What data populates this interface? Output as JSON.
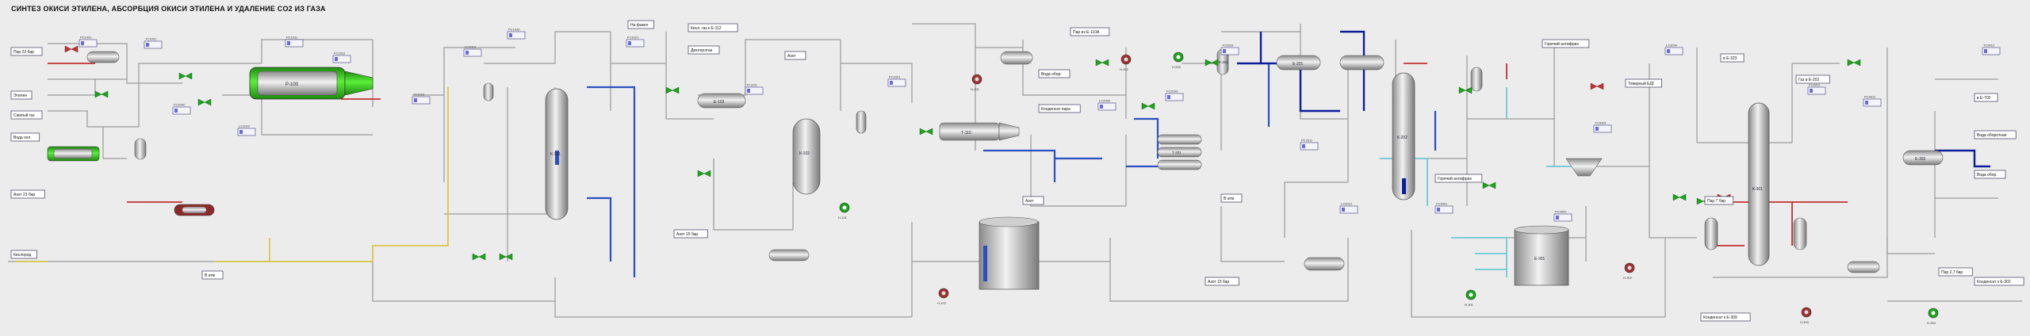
{
  "title": "СИНТЕЗ ОКИСИ ЭТИЛЕНА, АБСОРБЦИЯ ОКИСИ ЭТИЛЕНА И УДАЛЕНИЕ CO2 ИЗ ГАЗА",
  "colors": {
    "background": "#ececec",
    "pipe_gray": "#9a9a9a",
    "pipe_blue": "#2b4fbf",
    "pipe_navy": "#0a1d9a",
    "pipe_yellow": "#d8c233",
    "pipe_red": "#c23030",
    "pipe_cyan": "#6fc8d8",
    "vessel_fill": "#b8b8b8",
    "reactor_green": "#39d01a",
    "valve_green": "#1aa61a",
    "pump_red": "#a03030"
  },
  "equipment": [
    {
      "id": "eq_r100",
      "label": "Р-100",
      "kind": "reactor-green"
    },
    {
      "id": "eq_k101",
      "label": "К-101",
      "kind": "column"
    },
    {
      "id": "eq_k102",
      "label": "К-102",
      "kind": "column"
    },
    {
      "id": "eq_e103",
      "label": "Е-103",
      "kind": "vessel"
    },
    {
      "id": "eq_t110",
      "label": "Т-110",
      "kind": "exchanger"
    },
    {
      "id": "eq_k201",
      "label": "К-201",
      "kind": "column"
    },
    {
      "id": "eq_e201",
      "label": "Е-201",
      "kind": "vessel"
    },
    {
      "id": "eq_t201",
      "label": "Т-201",
      "kind": "exchanger"
    },
    {
      "id": "eq_k202",
      "label": "К-202",
      "kind": "column"
    },
    {
      "id": "eq_e301",
      "label": "Е-301",
      "kind": "tank"
    },
    {
      "id": "eq_k301",
      "label": "К-301",
      "kind": "column"
    },
    {
      "id": "eq_e302",
      "label": "Е-302",
      "kind": "vessel"
    }
  ],
  "tags": [
    {
      "id": "t1",
      "text": "На факел"
    },
    {
      "id": "t2",
      "text": "Пар 23 бар"
    },
    {
      "id": "t3",
      "text": "Этилен"
    },
    {
      "id": "t4",
      "text": "Сжатый газ"
    },
    {
      "id": "t5",
      "text": "Вода охл."
    },
    {
      "id": "t6",
      "text": "Азот 23 бар"
    },
    {
      "id": "t7",
      "text": "Кислород"
    },
    {
      "id": "t8",
      "text": "В атм"
    },
    {
      "id": "t9",
      "text": "Кисл. газ к Е-112"
    },
    {
      "id": "t10",
      "text": "Дихлорэтан"
    },
    {
      "id": "t11",
      "text": "Азот"
    },
    {
      "id": "t12",
      "text": "Пар из Е-110А"
    },
    {
      "id": "t13",
      "text": "Конденсат пара"
    },
    {
      "id": "t14",
      "text": "Вода обор."
    },
    {
      "id": "t15",
      "text": "Пар 2,7 бар"
    },
    {
      "id": "t16",
      "text": "Горячий антифриз"
    },
    {
      "id": "t17",
      "text": "Товарный ЕДГ"
    },
    {
      "id": "t18",
      "text": "В атм"
    },
    {
      "id": "t19",
      "text": "Азот 15 бар"
    },
    {
      "id": "t20",
      "text": "Пар 7 бар"
    },
    {
      "id": "t21",
      "text": "Конденсат к Е-309"
    },
    {
      "id": "t22",
      "text": "Вода обор."
    },
    {
      "id": "t23",
      "text": "в Е-323"
    },
    {
      "id": "t24",
      "text": "в Е-702"
    },
    {
      "id": "t25",
      "text": "Газ в Е-202"
    },
    {
      "id": "t26",
      "text": "Горячий антифриз"
    },
    {
      "id": "t27",
      "text": "Азот"
    },
    {
      "id": "t28",
      "text": "Конденсат к Е-302"
    },
    {
      "id": "t29",
      "text": "Вода оборотная"
    },
    {
      "id": "t30",
      "text": "Азот 15 бар"
    }
  ],
  "instruments": [
    {
      "id": "i1",
      "text": "PC1001"
    },
    {
      "id": "i2",
      "text": "TC1001"
    },
    {
      "id": "i3",
      "text": "FC1002"
    },
    {
      "id": "i4",
      "text": "LC1010"
    },
    {
      "id": "i5",
      "text": "PC1011"
    },
    {
      "id": "i6",
      "text": "FC1012"
    },
    {
      "id": "i7",
      "text": "TC1013"
    },
    {
      "id": "i8",
      "text": "LC1014"
    },
    {
      "id": "i9",
      "text": "PC1020"
    },
    {
      "id": "i10",
      "text": "FC1021"
    },
    {
      "id": "i11",
      "text": "TC1101"
    },
    {
      "id": "i12",
      "text": "PC2001"
    },
    {
      "id": "i13",
      "text": "LC2002"
    },
    {
      "id": "i14",
      "text": "FC2003"
    },
    {
      "id": "i15",
      "text": "TC2010"
    },
    {
      "id": "i16",
      "text": "PC2011"
    },
    {
      "id": "i17",
      "text": "LC2012"
    },
    {
      "id": "i18",
      "text": "FC3001"
    },
    {
      "id": "i19",
      "text": "PC3002"
    },
    {
      "id": "i20",
      "text": "TC3003"
    },
    {
      "id": "i21",
      "text": "LC3004"
    },
    {
      "id": "i22",
      "text": "FC3010"
    },
    {
      "id": "i23",
      "text": "PC3011"
    },
    {
      "id": "i24",
      "text": "TC3012"
    }
  ],
  "pumps": [
    {
      "id": "p1",
      "label": "Н-101"
    },
    {
      "id": "p2",
      "label": "Н-102"
    },
    {
      "id": "p3",
      "label": "Н-201"
    },
    {
      "id": "p4",
      "label": "Н-202"
    },
    {
      "id": "p5",
      "label": "Н-203"
    },
    {
      "id": "p6",
      "label": "Н-301"
    },
    {
      "id": "p7",
      "label": "Н-302"
    },
    {
      "id": "p8",
      "label": "Н-303"
    },
    {
      "id": "p9",
      "label": "Н-304"
    }
  ]
}
